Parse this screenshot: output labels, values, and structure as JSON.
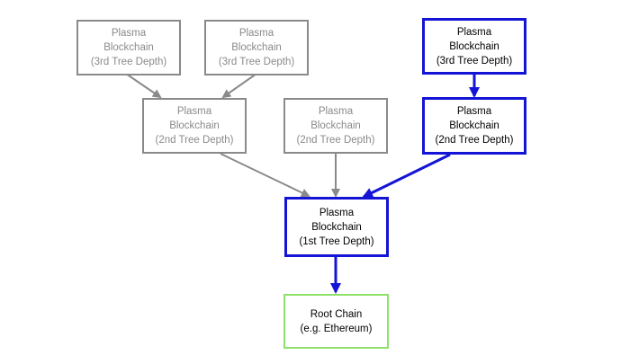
{
  "colors": {
    "gray": "#8a8a8a",
    "blue": "#1414d6",
    "green": "#8fe06a"
  },
  "nodes": {
    "depth3_a": {
      "line1": "Plasma",
      "line2": "Blockchain",
      "line3": "(3rd Tree Depth)"
    },
    "depth3_b": {
      "line1": "Plasma",
      "line2": "Blockchain",
      "line3": "(3rd Tree Depth)"
    },
    "depth3_c": {
      "line1": "Plasma",
      "line2": "Blockchain",
      "line3": "(3rd Tree Depth)"
    },
    "depth2_a": {
      "line1": "Plasma",
      "line2": "Blockchain",
      "line3": "(2nd Tree Depth)"
    },
    "depth2_b": {
      "line1": "Plasma",
      "line2": "Blockchain",
      "line3": "(2nd Tree Depth)"
    },
    "depth2_c": {
      "line1": "Plasma",
      "line2": "Blockchain",
      "line3": "(2nd Tree Depth)"
    },
    "depth1": {
      "line1": "Plasma",
      "line2": "Blockchain",
      "line3": "(1st Tree Depth)"
    },
    "root": {
      "line1": "Root Chain",
      "line2": "(e.g. Ethereum)"
    }
  }
}
